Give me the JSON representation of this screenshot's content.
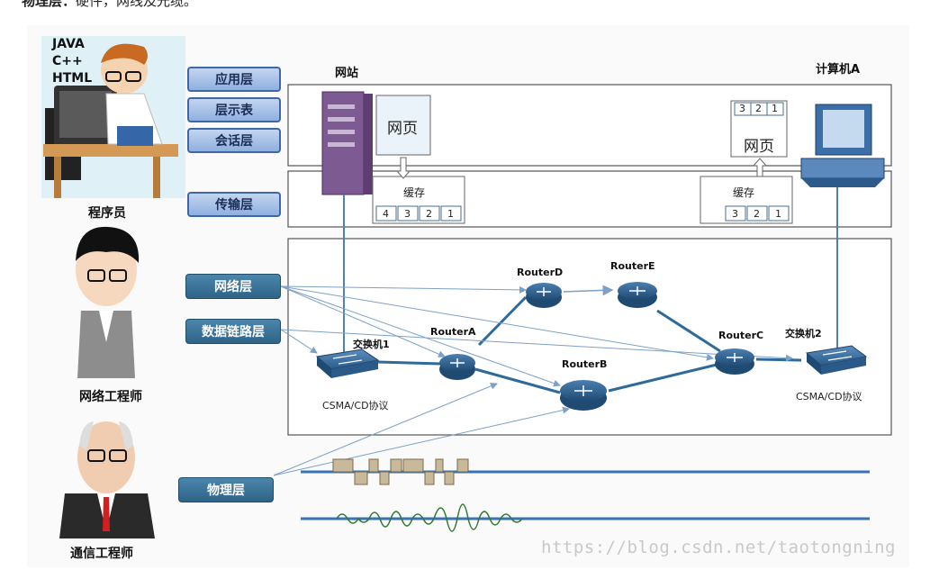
{
  "header": {
    "prefix": "物理层：",
    "text": "硬件，网线及光缆。"
  },
  "roles": {
    "programmer": "程序员",
    "network_engineer": "网络工程师",
    "telecom_engineer": "通信工程师"
  },
  "programmer_code": [
    "JAVA",
    "C++",
    "HTML"
  ],
  "layers": {
    "application": "应用层",
    "presentation": "层示表",
    "session": "会话层",
    "transport": "传输层",
    "network": "网络层",
    "datalink": "数据链路层",
    "physical": "物理层"
  },
  "website": {
    "title": "网站",
    "page": "网页"
  },
  "computer": {
    "title": "计算机A",
    "page": "网页",
    "segments": [
      "3",
      "2",
      "1"
    ]
  },
  "cache_left": {
    "title": "缓存",
    "segments": [
      "4",
      "3",
      "2",
      "1"
    ]
  },
  "cache_right": {
    "title": "缓存",
    "segments": [
      "3",
      "2",
      "1"
    ]
  },
  "switches": {
    "switch1": "交换机1",
    "switch2": "交换机2",
    "protocol1": "CSMA/CD协议",
    "protocol2": "CSMA/CD协议"
  },
  "routers": {
    "a": "RouterA",
    "b": "RouterB",
    "c": "RouterC",
    "d": "RouterD",
    "e": "RouterE"
  },
  "watermark": "https://blog.csdn.net/taotongning",
  "colors": {
    "upper_layer": "#8fb0df",
    "lower_layer": "#2f6388",
    "link": "#2f6b9a",
    "router": "#2c5a85"
  }
}
